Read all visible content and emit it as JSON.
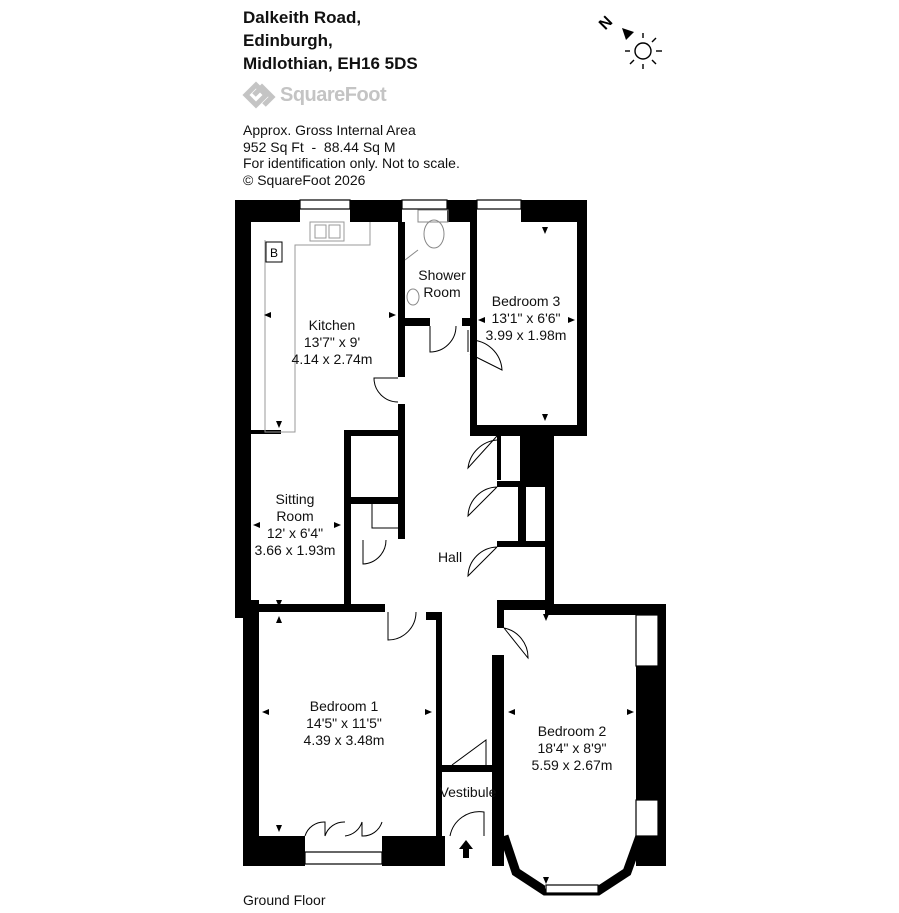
{
  "address": {
    "line1": "Dalkeith Road,",
    "line2": "Edinburgh,",
    "line3": "Midlothian, EH16 5DS"
  },
  "brand": {
    "name": "SquareFoot",
    "logo_icon": "squarefoot-logo-icon"
  },
  "compass": {
    "north_label": "N",
    "icon": "compass-sun-icon"
  },
  "info": {
    "line1": "Approx. Gross Internal Area",
    "line2": "952 Sq Ft  -  88.44 Sq M",
    "line3": "For identification only. Not to scale.",
    "line4": "© SquareFoot 2026"
  },
  "rooms": {
    "kitchen": {
      "name": "Kitchen",
      "imperial": "13'7\" x 9'",
      "metric": "4.14 x 2.74m",
      "boiler": "B"
    },
    "shower": {
      "line1": "Shower",
      "line2": "Room"
    },
    "bedroom3": {
      "name": "Bedroom 3",
      "imperial": "13'1\" x 6'6\"",
      "metric": "3.99 x 1.98m"
    },
    "sitting": {
      "line1": "Sitting",
      "line2": "Room",
      "imperial": "12' x 6'4\"",
      "metric": "3.66 x 1.93m"
    },
    "hall": {
      "name": "Hall"
    },
    "bedroom1": {
      "name": "Bedroom 1",
      "imperial": "14'5\" x 11'5\"",
      "metric": "4.39 x 3.48m"
    },
    "bedroom2": {
      "name": "Bedroom 2",
      "imperial": "18'4\" x 8'9\"",
      "metric": "5.59 x 2.67m"
    },
    "vestibule": {
      "name": "Vestibule"
    }
  },
  "floor": {
    "label": "Ground Floor"
  },
  "colors": {
    "wall": "#000000",
    "logo": "#c4c4c4",
    "text": "#111111"
  }
}
